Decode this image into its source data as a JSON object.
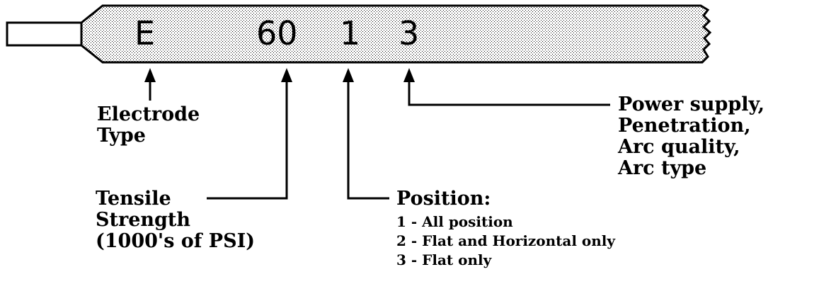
{
  "electrode_code": {
    "type_letter": "E",
    "tensile_digits": "60",
    "position_digit": "1",
    "coating_digit": "3"
  },
  "labels": {
    "electrode_type": [
      "Electrode",
      "Type"
    ],
    "tensile_strength": [
      "Tensile",
      "Strength",
      "(1000's of PSI)"
    ],
    "position": {
      "heading": "Position:",
      "options": [
        "1 - All position",
        "2 - Flat and Horizontal only",
        "3 - Flat only"
      ]
    },
    "power_supply": [
      "Power supply,",
      "Penetration,",
      "Arc quality,",
      "Arc type"
    ]
  }
}
